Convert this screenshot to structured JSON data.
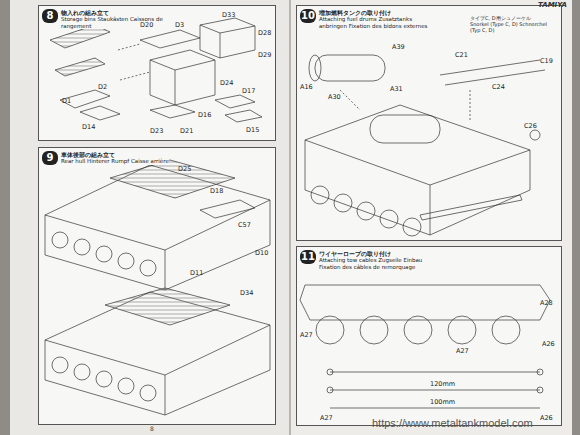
{
  "diagram": {
    "nodes": [
      {
        "text": [
          "8",
          "物入れの組み立て",
          "Storage bins Staukästen Caissons de rangement"
        ]
      },
      {
        "text": [
          "9",
          "車体後部の組み立て",
          "Rear hull Hinterer Rumpf Caisse arrière"
        ]
      },
      {
        "text": [
          "10",
          "増加燃料タンクの取り付け",
          "Attaching fuel drums Zusatztanks anbringen Fixation des bidons externes"
        ]
      },
      {
        "text": [
          "11",
          "ワイヤーロープの取り付け",
          "Attaching tow cables Zugseile Einbau Fixation des câbles de remorquage"
        ]
      }
    ],
    "labels": [
      "D20",
      "D33",
      "D2",
      "D1",
      "D28",
      "D29",
      "D23",
      "D21",
      "D24",
      "D16",
      "D17",
      "D15",
      "D14",
      "D3",
      "D25",
      "D18",
      "C57",
      "D10",
      "D11",
      "D34",
      "A39",
      "A31",
      "A16",
      "A30",
      "C21",
      "C19",
      "C24",
      "C26",
      "A27",
      "A27",
      "A28",
      "A26",
      "A26",
      "A27",
      "タイプC, D用シュノーケル Snorkel (Type C, D) Schnorchel (Typ C, D)",
      "120mm",
      "100mm",
      "TAMIYA",
      "8",
      "https://www.metaltankmodel.com"
    ]
  }
}
